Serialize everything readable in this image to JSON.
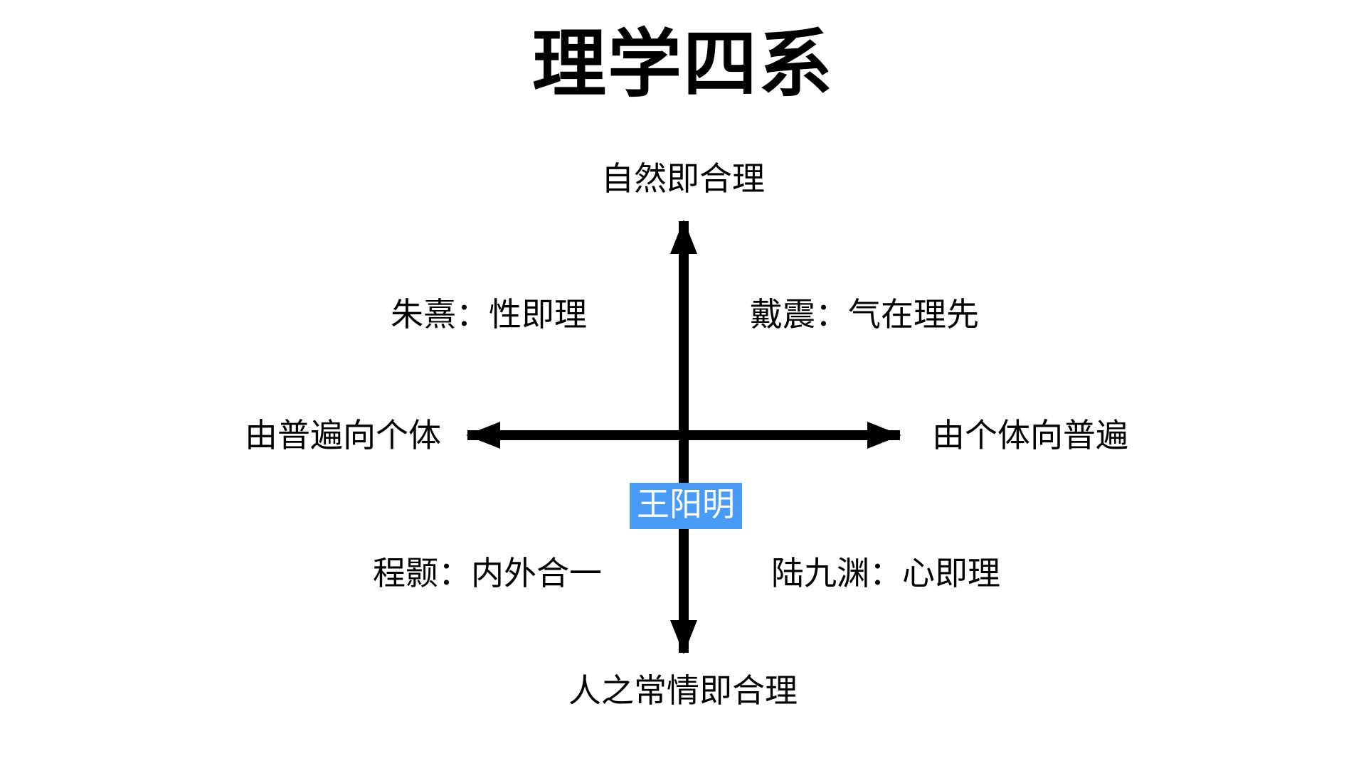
{
  "page": {
    "title": "理学四系",
    "background_color": "#ffffff",
    "text_color": "#000000"
  },
  "chart_data": {
    "type": "scatter",
    "subtype": "quadrant-diagram",
    "title": "理学四系",
    "xlabel": "",
    "ylabel": "",
    "grid": false,
    "legend": null,
    "axes": {
      "vertical": {
        "top_label": "自然即合理",
        "bottom_label": "人之常情即合理",
        "double_headed": true,
        "color": "#000000"
      },
      "horizontal": {
        "left_label": "由普遍向个体",
        "right_label": "由个体向普遍",
        "double_headed": true,
        "color": "#000000"
      }
    },
    "quadrants": [
      {
        "position": "top-left",
        "person": "朱熹",
        "thesis": "性即理",
        "label": "朱熹：性即理"
      },
      {
        "position": "top-right",
        "person": "戴震",
        "thesis": "气在理先",
        "label": "戴震：气在理先"
      },
      {
        "position": "bottom-left",
        "person": "程颢",
        "thesis": "内外合一",
        "label": "程颢：内外合一"
      },
      {
        "position": "bottom-right",
        "person": "陆九渊",
        "thesis": "心即理",
        "label": "陆九渊：心即理"
      }
    ],
    "annotations": [
      {
        "label": "王阳明",
        "position": "center-below-origin",
        "highlight": true,
        "background_color": "#4a9bf5",
        "text_color": "#ffffff"
      }
    ]
  },
  "labels": {
    "axis_top": "自然即合理",
    "axis_bottom": "人之常情即合理",
    "axis_left": "由普遍向个体",
    "axis_right": "由个体向普遍",
    "quadrant_top_left": "朱熹：性即理",
    "quadrant_top_right": "戴震：气在理先",
    "quadrant_bottom_left": "程颢：内外合一",
    "quadrant_bottom_right": "陆九渊：心即理",
    "highlight": "王阳明"
  },
  "colors": {
    "highlight_background": "#4a9bf5",
    "highlight_text": "#ffffff",
    "axis": "#000000",
    "canvas": "#ffffff"
  }
}
